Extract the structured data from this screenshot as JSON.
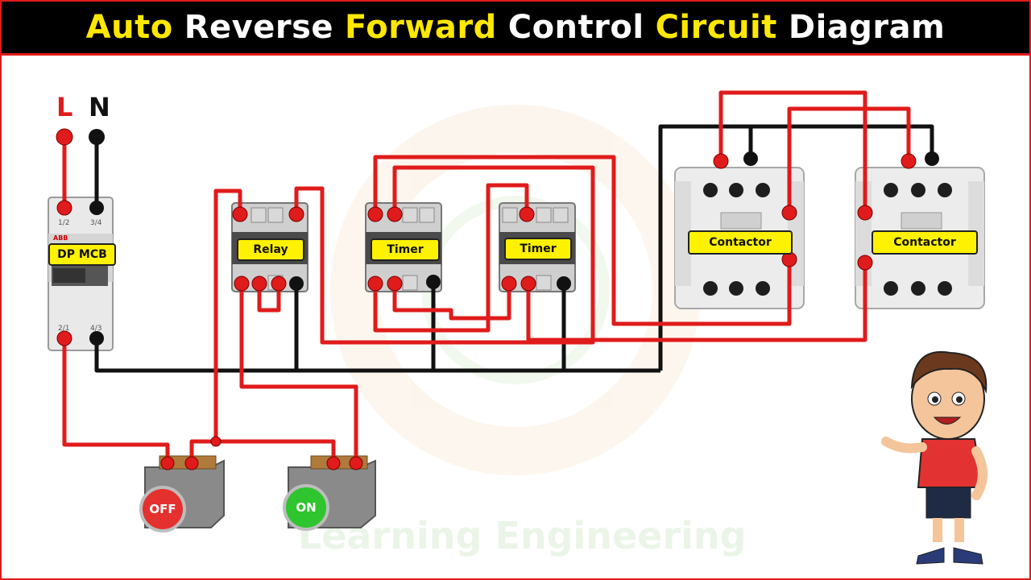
{
  "title": {
    "words": [
      "Auto",
      "Reverse",
      "Forward",
      "Control",
      "Circuit",
      "Diagram"
    ]
  },
  "supply": {
    "line_label": "L",
    "neutral_label": "N"
  },
  "mcb": {
    "label": "DP MCB",
    "brand": "ABB",
    "terminal_top_left": "1/2",
    "terminal_top_right": "3/4",
    "terminal_bottom_left": "2/1",
    "terminal_bottom_right": "4/3"
  },
  "relay": {
    "label": "Relay"
  },
  "timers": [
    {
      "label": "Timer"
    },
    {
      "label": "Timer"
    }
  ],
  "contactors": [
    {
      "label": "Contactor"
    },
    {
      "label": "Contactor"
    }
  ],
  "buttons": {
    "off_label": "OFF",
    "on_label": "ON"
  },
  "watermark": "Learning Engineering",
  "colors": {
    "title_accent": "#ffe800",
    "title_bg": "#000000",
    "frame": "#e01b1b",
    "wire_phase": "#e01b1b",
    "wire_neutral": "#111111",
    "label_tag": "#fff200",
    "off_button": "#e53030",
    "on_button": "#2ec52e"
  }
}
